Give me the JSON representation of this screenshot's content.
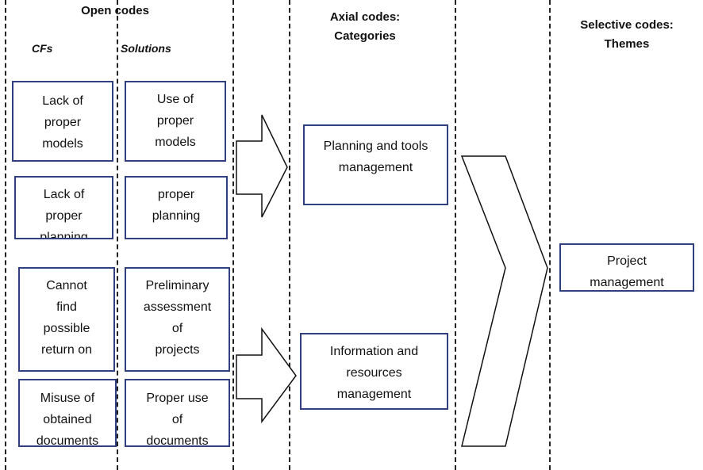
{
  "headers": {
    "open_codes": "Open codes",
    "axial_line1": "Axial codes:",
    "axial_line2": "Categories",
    "selective_line1": "Selective codes:",
    "selective_line2": "Themes"
  },
  "subheaders": {
    "cfs": "CFs",
    "solutions": "Solutions"
  },
  "cf_boxes": [
    {
      "lines": [
        "Lack of",
        "proper",
        "models"
      ]
    },
    {
      "lines": [
        "Lack of",
        "proper",
        "planning"
      ]
    },
    {
      "lines": [
        "Cannot",
        "find",
        "possible",
        "return on"
      ]
    },
    {
      "lines": [
        "Misuse of",
        "obtained",
        "documents"
      ]
    }
  ],
  "solution_boxes": [
    {
      "lines": [
        "Use of",
        "proper",
        "models"
      ]
    },
    {
      "lines": [
        "proper",
        "planning"
      ]
    },
    {
      "lines": [
        "Preliminary",
        "assessment",
        "of",
        "projects"
      ]
    },
    {
      "lines": [
        "Proper use",
        "of",
        "documents"
      ]
    }
  ],
  "categories": [
    {
      "lines": [
        "Planning and tools",
        "management"
      ]
    },
    {
      "lines": [
        "Information and",
        "resources",
        "management"
      ]
    }
  ],
  "theme": {
    "lines": [
      "Project",
      "management"
    ]
  }
}
